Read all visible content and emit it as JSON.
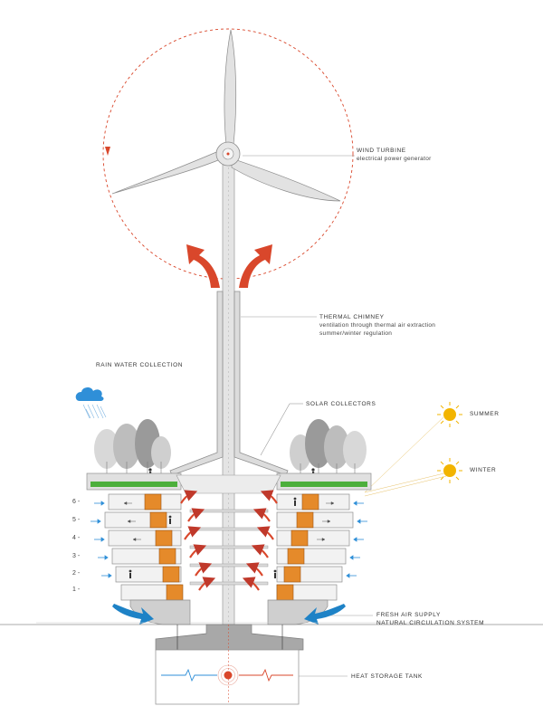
{
  "labels": {
    "wind_turbine": {
      "title": "WIND TURBINE",
      "subtitle": "electrical power generator"
    },
    "thermal_chimney": {
      "title": "THERMAL CHIMNEY",
      "line1": "ventilation through thermal air extraction",
      "line2": "summer/winter regulation"
    },
    "rain_water": "RAIN WATER COLLECTION",
    "solar_collectors": "SOLAR COLLECTORS",
    "summer": "SUMMER",
    "winter": "WINTER",
    "fresh_air": {
      "line1": "FRESH AIR SUPPLY",
      "line2": "NATURAL CIRCULATION SYSTEM"
    },
    "heat_storage": "HEAT STORAGE TANK"
  },
  "floors": [
    "6",
    "5",
    "4",
    "3",
    "2",
    "1"
  ],
  "colors": {
    "arrow_red": "#d9472b",
    "sun_yellow": "#f2b400",
    "cloud_blue": "#2f8fd8",
    "fresh_air_blue": "#1e82c6",
    "green_roof": "#4caf3c",
    "timber_orange": "#e58a2a",
    "concrete": "#d9d9d9"
  }
}
